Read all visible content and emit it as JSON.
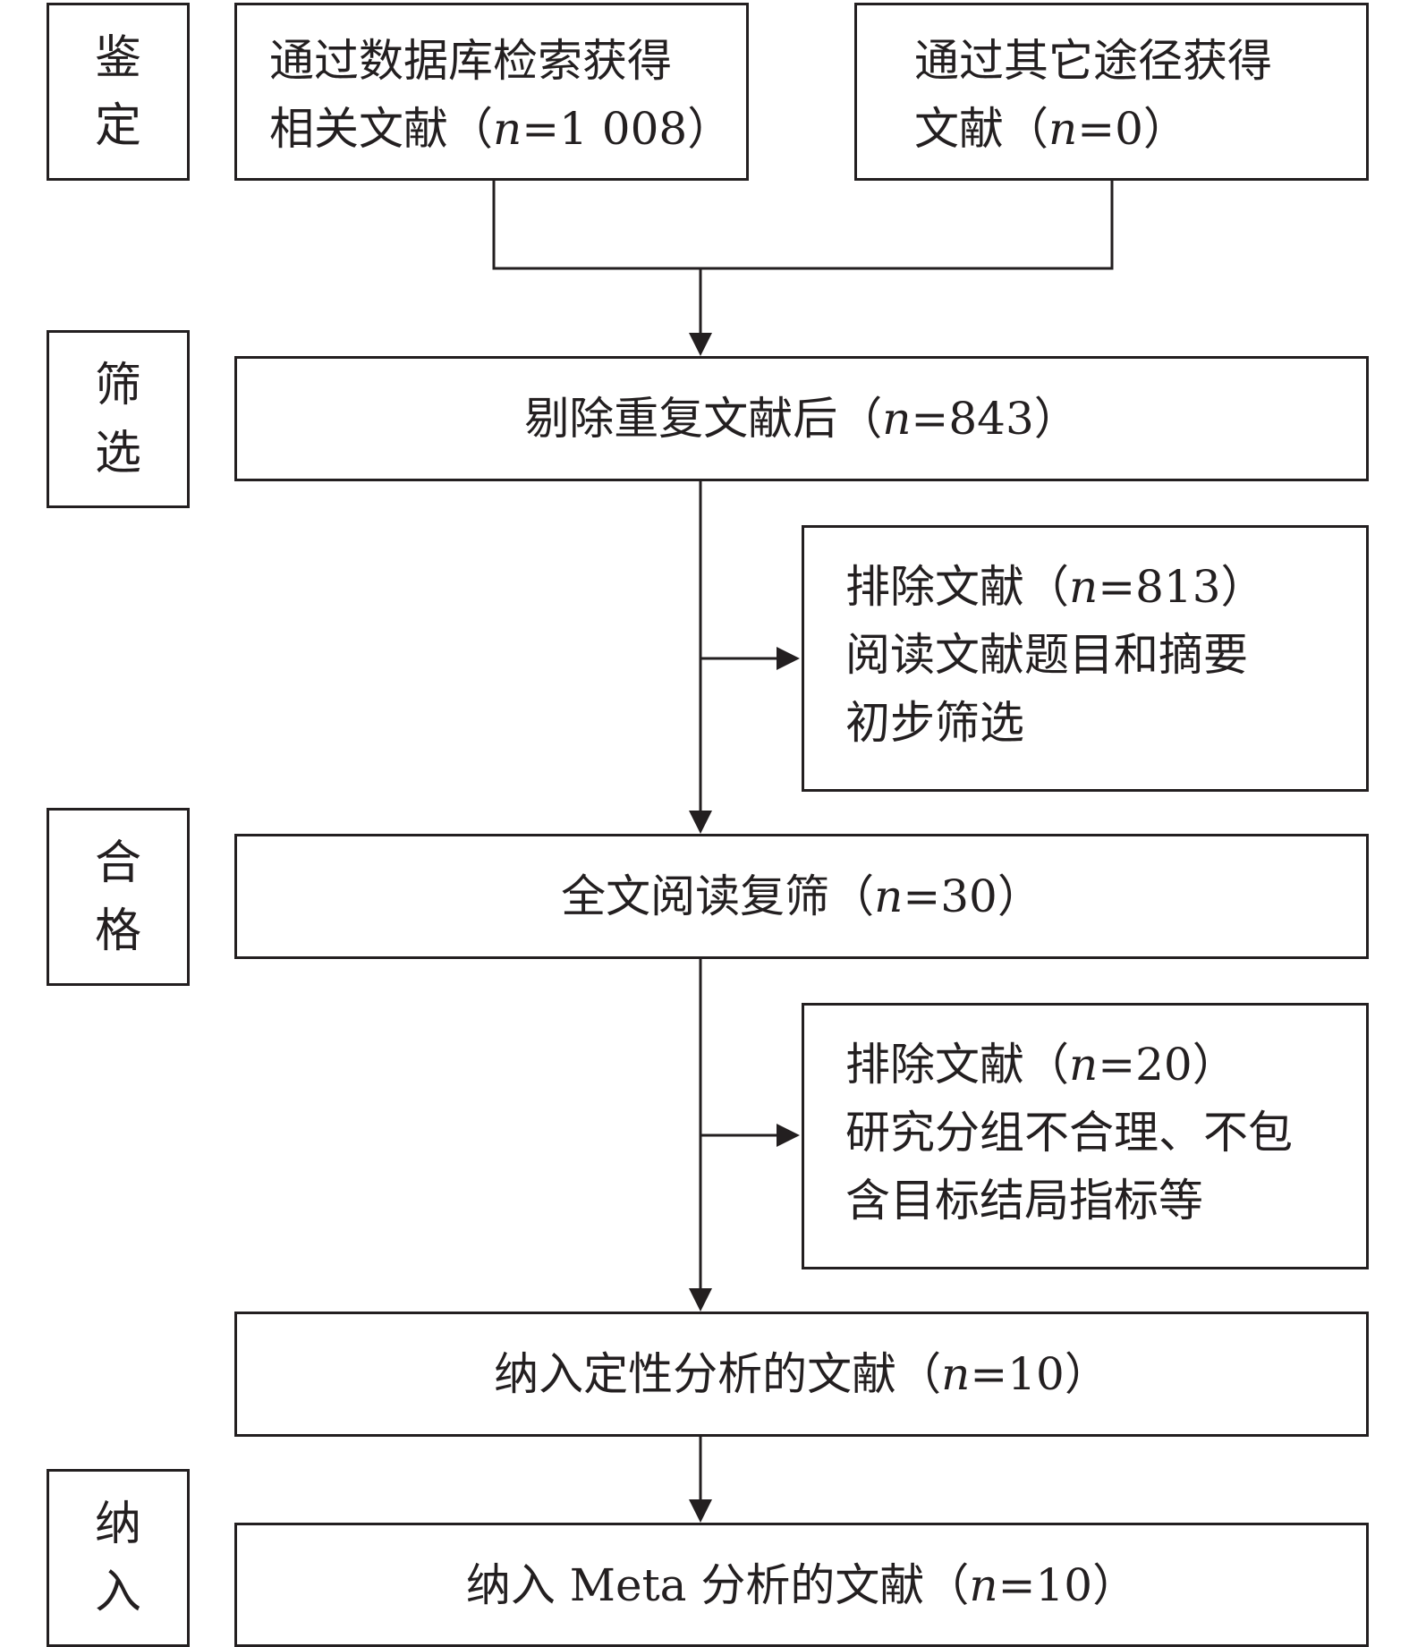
{
  "stages": {
    "identification": [
      "鉴",
      "定"
    ],
    "screening": [
      "筛",
      "选"
    ],
    "eligibility": [
      "合",
      "格"
    ],
    "included": [
      "纳",
      "入"
    ]
  },
  "nodes": {
    "database_search": {
      "line1": "通过数据库检索获得",
      "line2_text": "相关文献（",
      "n_label": "n",
      "n_value": "=1 008",
      "close": "）"
    },
    "other_sources": {
      "line1": "通过其它途径获得",
      "line2_text": "文献（",
      "n_label": "n",
      "n_value": "=0",
      "close": "）"
    },
    "after_dedup": {
      "text": "剔除重复文献后（",
      "n_label": "n",
      "n_value": "=843",
      "close": "）"
    },
    "excluded_1": {
      "line1_text": "排除文献（",
      "n_label": "n",
      "n_value": "=813",
      "close": "）",
      "line2": "阅读文献题目和摘要",
      "line3": "初步筛选"
    },
    "fulltext": {
      "text": "全文阅读复筛（",
      "n_label": "n",
      "n_value": "=30",
      "close": "）"
    },
    "excluded_2": {
      "line1_text": "排除文献（",
      "n_label": "n",
      "n_value": "=20",
      "close": "）",
      "line2": "研究分组不合理、不包",
      "line3": "含目标结局指标等"
    },
    "qualitative": {
      "text": "纳入定性分析的文献（",
      "n_label": "n",
      "n_value": "=10",
      "close": "）"
    },
    "meta": {
      "text": "纳入 Meta 分析的文献（",
      "n_label": "n",
      "n_value": "=10",
      "close": "）"
    }
  }
}
